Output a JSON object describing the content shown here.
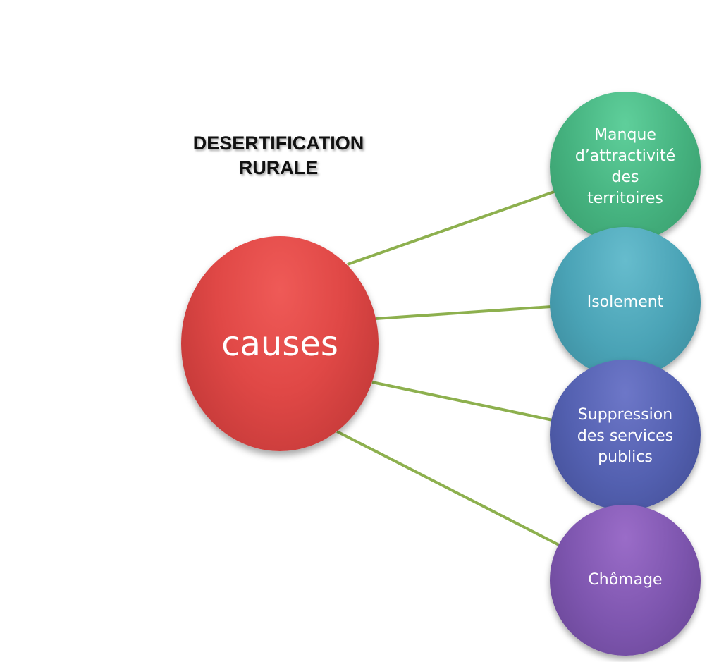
{
  "title": {
    "line1": "DESERTIFICATION",
    "line2": "RURALE"
  },
  "center": {
    "label": "causes",
    "color": "#e04846"
  },
  "connector_color": "#8db04e",
  "nodes": [
    {
      "lines": [
        "Manque",
        "d’attractivité",
        "des",
        "territoires"
      ],
      "color": "#45b27f"
    },
    {
      "lines": [
        "Isolement"
      ],
      "color": "#4aa3b6"
    },
    {
      "lines": [
        "Suppression",
        "des services",
        "publics"
      ],
      "color": "#5360b0"
    },
    {
      "lines": [
        "Chômage"
      ],
      "color": "#7d55ae"
    }
  ]
}
